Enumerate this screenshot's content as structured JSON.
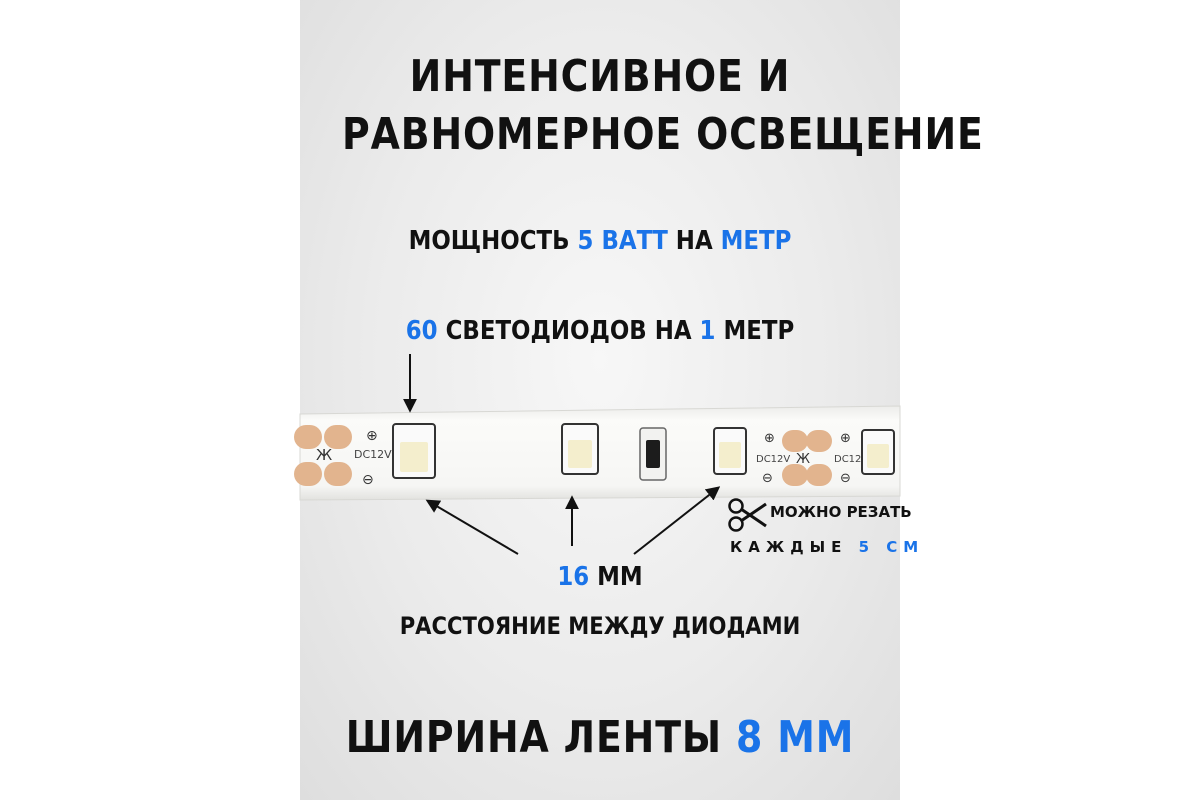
{
  "headline": {
    "line1": "ИНТЕНСИВНОЕ И",
    "line2": "РАВНОМЕРНОЕ ОСВЕЩЕНИЕ"
  },
  "power": {
    "label": "МОЩНОСТЬ",
    "value": "5 ВАТТ",
    "mid": "НА",
    "unit": "МЕТР"
  },
  "leds": {
    "count": "60",
    "label": "СВЕТОДИОДОВ НА",
    "per": "1",
    "unit": "МЕТР"
  },
  "strip": {
    "voltage_label": "DC12V",
    "plus_sign": "⊕",
    "minus_sign": "⊖",
    "cut_symbol": "Ж"
  },
  "cut": {
    "line1": "МОЖНО РЕЗАТЬ",
    "line2_prefix": "КАЖДЫЕ",
    "line2_value": "5 СМ",
    "icon": "scissors-icon"
  },
  "spacing": {
    "value": "16",
    "unit": "ММ",
    "label": "РАССТОЯНИЕ МЕЖДУ ДИОДАМИ"
  },
  "width": {
    "label": "ШИРИНА ЛЕНТЫ",
    "value": "8 ММ"
  },
  "colors": {
    "accent": "#1a73e8",
    "text": "#111111",
    "pad": "#e2b48e",
    "strip": "#f8f8f6"
  }
}
